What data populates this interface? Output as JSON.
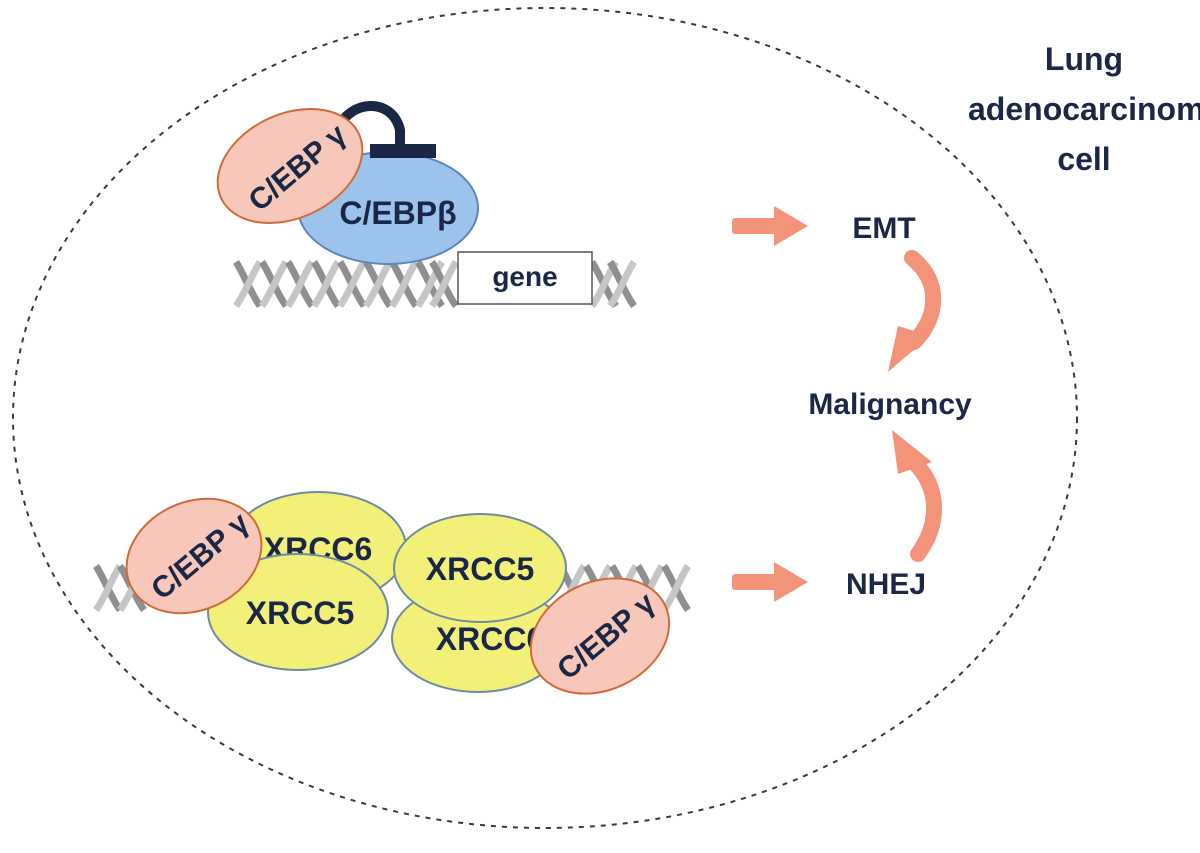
{
  "cell": {
    "title_lines": [
      "Lung",
      "adenocarcinoma",
      "cell"
    ]
  },
  "upper_complex": {
    "cebp_gamma": "C/EBP γ",
    "cebp_beta": "C/EBPβ",
    "gene": "gene"
  },
  "lower_complex": {
    "cebp_gamma_left": "C/EBP γ",
    "cebp_gamma_right": "C/EBP γ",
    "xrcc6_left": "XRCC6",
    "xrcc5_left": "XRCC5",
    "xrcc5_right_top": "XRCC5",
    "xrcc6_right": "XRCC6"
  },
  "outcomes": {
    "emt": "EMT",
    "malignancy": "Malignancy",
    "nhej": "NHEJ"
  },
  "colors": {
    "cebp_gamma_fill": "#f7c8b9",
    "cebp_gamma_stroke": "#d06a3a",
    "cebp_beta_fill": "#9cc3ec",
    "xrcc_fill": "#f3f07a",
    "arrow": "#f2937a",
    "text": "#1b2746"
  }
}
